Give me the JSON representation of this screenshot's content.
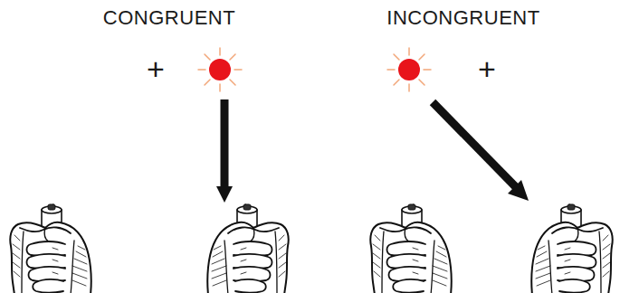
{
  "diagram": {
    "labels": [
      "CONGRUENT",
      "+",
      "INCONGRUENT",
      "+"
    ]
  }
}
